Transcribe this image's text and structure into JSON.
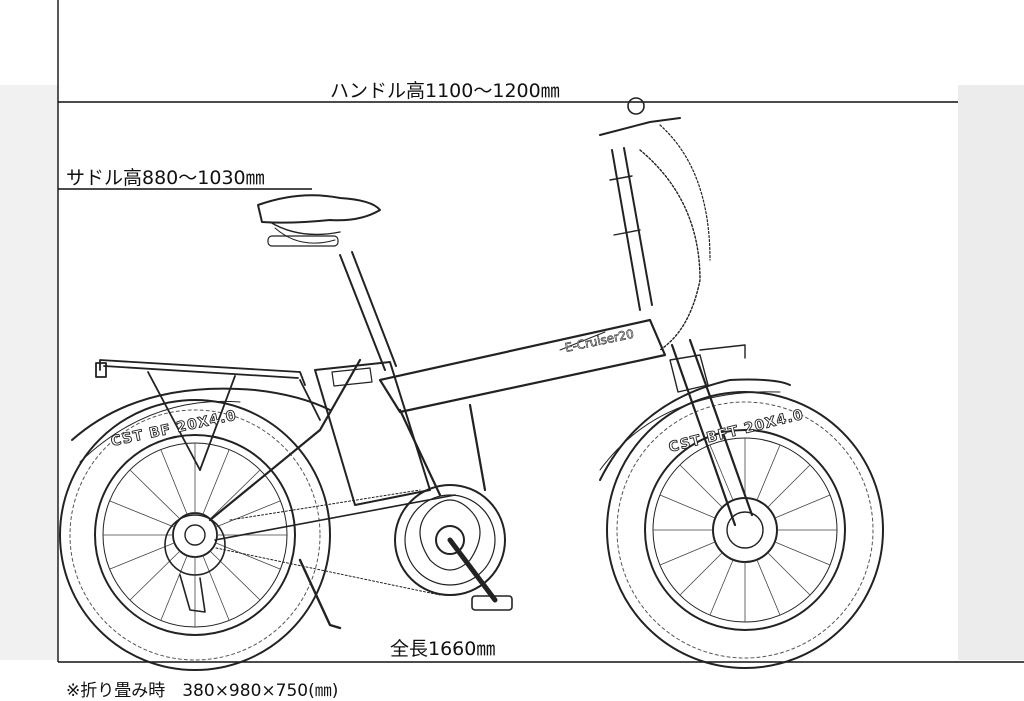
{
  "dimensions": {
    "handle_height": "ハンドル高1100～1200㎜",
    "saddle_height": "サドル高880～1030㎜",
    "total_length": "全長1660㎜",
    "folded_size": "※折り畳み時　380×980×750(㎜)"
  },
  "tires": {
    "rear_sidewall": "CST BF 20X4.0",
    "front_sidewall": "CST BFT 20X4.0"
  },
  "frame_logo": "E-Cruiser20"
}
